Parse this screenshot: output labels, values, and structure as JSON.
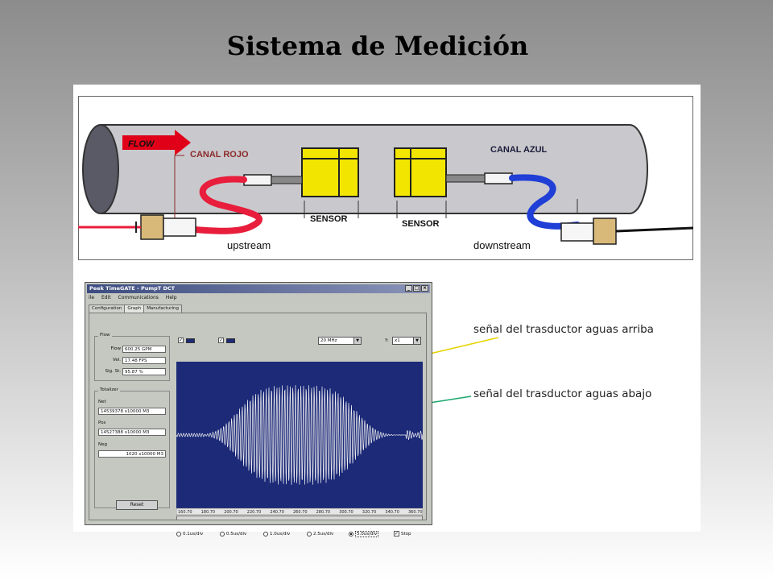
{
  "slide": {
    "title": "Sistema de Medición"
  },
  "diagram": {
    "flow_label": "FLOW",
    "red_channel_label": "CANAL ROJO",
    "blue_channel_label": "CANAL AZUL",
    "sensor_left_label": "SENSOR",
    "sensor_right_label": "SENSOR",
    "upstream_label": "upstream",
    "downstream_label": "downstream",
    "colors": {
      "pipe": "#c8c8cc",
      "sensor": "#f2e600",
      "red_cable": "#e81e3c",
      "blue_cable": "#1f3fd6",
      "flow_arrow": "#e00018"
    }
  },
  "callouts": {
    "upstream_signal": "señal del trasductor aguas arriba",
    "downstream_signal": "señal del trasductor aguas abajo",
    "colors": {
      "upstream_line": "#e6d400",
      "downstream_line": "#19a86a"
    }
  },
  "app": {
    "window_title": "Peek TimeGATE - PumpT DCT",
    "menu": [
      "ile",
      "Edit",
      "Communications",
      "Help"
    ],
    "tabs": [
      "Configuration",
      "Graph",
      "Manufacturing"
    ],
    "flow_group": {
      "label": "Flow",
      "fields": [
        {
          "label": "Flow",
          "value": "600.25 GPM"
        },
        {
          "label": "Vel.",
          "value": "17.48 FPS"
        },
        {
          "label": "Sig. St.",
          "value": "95.87 %"
        }
      ]
    },
    "totalizer_group": {
      "label": "Totalizer",
      "fields": [
        {
          "label": "Net",
          "value": "14539378 x10000 M3"
        },
        {
          "label": "Pos",
          "value": "14527388 x10000 M3"
        },
        {
          "label": "Neg",
          "value": "1020 x10000 M3"
        }
      ]
    },
    "reset_label": "Reset",
    "frequency_select": "20 MHz",
    "y_scale_label": "Y:",
    "y_scale_select": "x1",
    "timebase_options": [
      "0.1us/div",
      "0.5us/div",
      "1.0us/div",
      "2.5us/div",
      "5.0us/div"
    ],
    "timebase_selected": "5.0us/div",
    "stop_label": "Stop",
    "x_tick_labels": [
      "160.70",
      "180.70",
      "200.70",
      "220.70",
      "240.70",
      "260.70",
      "280.70",
      "300.70",
      "320.70",
      "340.70",
      "360.70"
    ],
    "scope_colors": {
      "background": "#1c2a78",
      "trace": "#f2f2f2"
    }
  }
}
